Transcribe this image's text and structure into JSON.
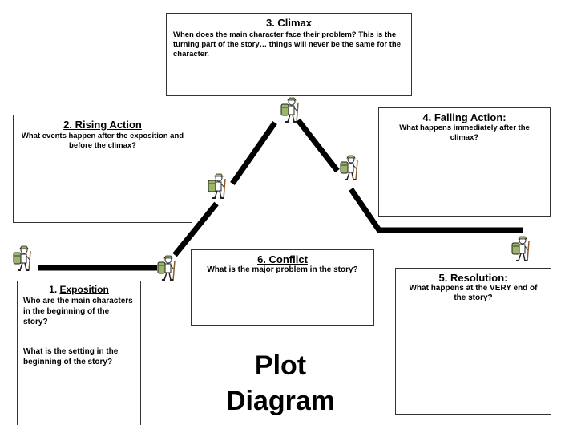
{
  "boxes": {
    "climax": {
      "title": "3. Climax",
      "body": "When does the main character face their problem? This is the turning part of the story… things will never be the same for the character."
    },
    "rising": {
      "title": "2. Rising Action",
      "body": "What events happen after the exposition and before the climax?"
    },
    "falling": {
      "title": "4. Falling Action:",
      "body": "What happens immediately after the climax?"
    },
    "conflict": {
      "title": "6.  Conflict",
      "body": "What is the major problem in the story?"
    },
    "resolution": {
      "title": "5. Resolution:",
      "body": "What happens at the VERY end of the story?"
    },
    "exposition": {
      "number": "1.",
      "title": "Exposition",
      "q1": "Who are the main characters in the beginning of the story?",
      "q2": "What is the setting in the beginning of the story?"
    }
  },
  "title": {
    "line1": "Plot",
    "line2": "Diagram"
  },
  "colors": {
    "line": "#000000",
    "hiker_pack": "#9bb56a",
    "hiker_stroke": "#222222"
  },
  "icons": {
    "hiker": "hiker-with-backpack-icon"
  }
}
